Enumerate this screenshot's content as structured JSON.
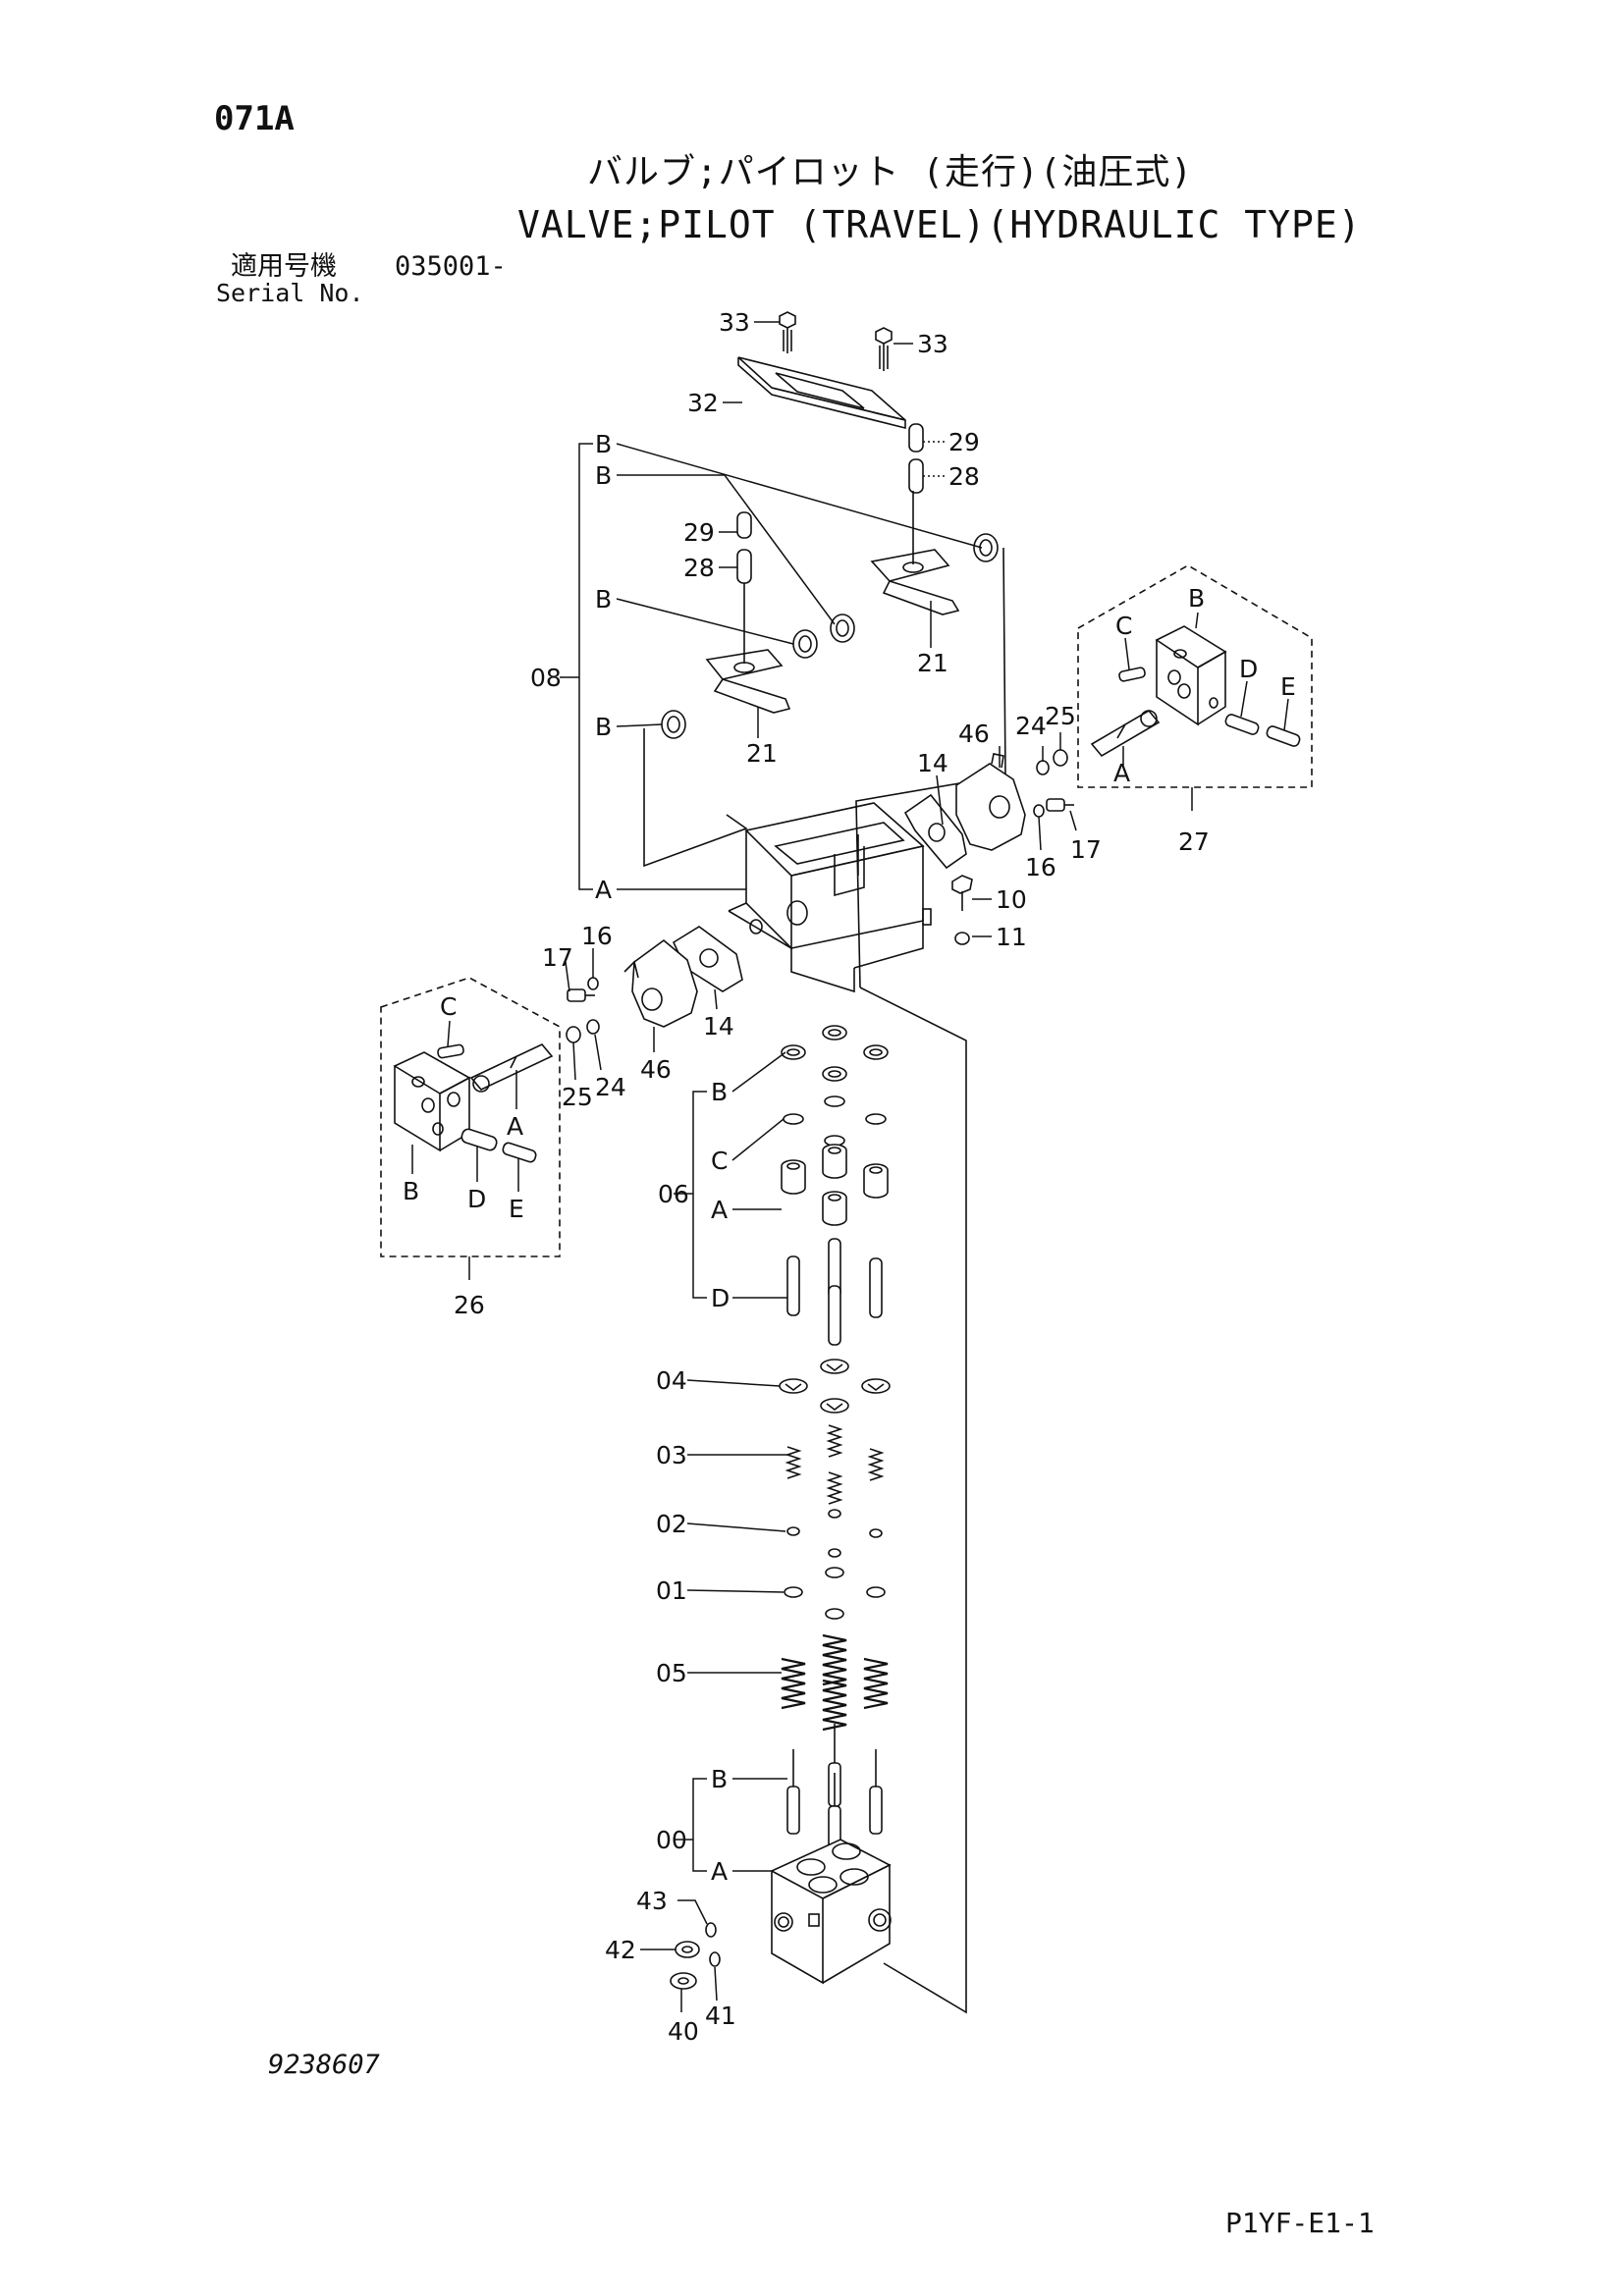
{
  "header": {
    "page_no": "071A",
    "title_jp": "バルブ;パイロット (走行)(油圧式)",
    "title_en": "VALVE;PILOT (TRAVEL)(HYDRAULIC TYPE)",
    "serial_label_jp": "適用号機",
    "serial_value": "035001-",
    "serial_label_en": "Serial No."
  },
  "footer": {
    "drawing_no": "9238607",
    "sheet_code": "P1YF-E1-1"
  },
  "callouts": {
    "p33a": "33",
    "p33b": "33",
    "p32": "32",
    "p29a": "29",
    "p28a": "28",
    "p29b": "29",
    "p28b": "28",
    "p21a": "21",
    "p21b": "21",
    "p08": "08",
    "bA1": "B",
    "bA2": "B",
    "bA3": "B",
    "bA4": "B",
    "aTop": "A",
    "p14a": "14",
    "p46a": "46",
    "p24a": "24",
    "p25a": "25",
    "p16a": "16",
    "p17a": "17",
    "p10": "10",
    "p11": "11",
    "k27C": "C",
    "k27B": "B",
    "k27D": "D",
    "k27E": "E",
    "k27A": "A",
    "p27": "27",
    "p17b": "17",
    "p16b": "16",
    "p46b": "46",
    "p14b": "14",
    "p25b": "25",
    "p24b": "24",
    "k26C": "C",
    "k26A": "A",
    "k26B": "B",
    "k26D": "D",
    "k26E": "E",
    "p26": "26",
    "p06": "06",
    "k06B": "B",
    "k06C": "C",
    "k06A": "A",
    "k06D": "D",
    "p04": "04",
    "p03": "03",
    "p02": "02",
    "p01": "01",
    "p05": "05",
    "p00": "00",
    "k00B": "B",
    "k00A": "A",
    "p43": "43",
    "p42": "42",
    "p40": "40",
    "p41": "41"
  }
}
